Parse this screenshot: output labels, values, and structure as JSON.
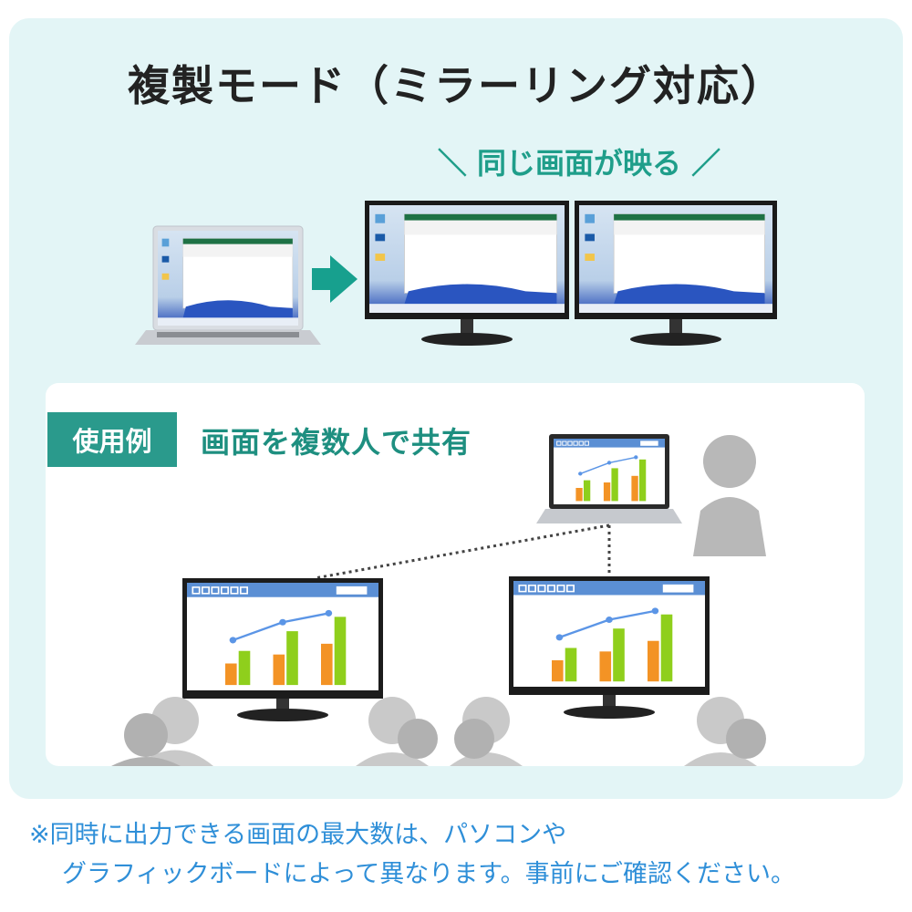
{
  "title": "複製モード（ミラーリング対応）",
  "subtitle": "＼ 同じ画面が映る ／",
  "example": {
    "badge": "使用例",
    "heading": "画面を複数人で共有"
  },
  "notes": [
    "※同時に出力できる画面の最大数は、パソコンや",
    "グラフィックボードによって異なります。事前にご確認ください。"
  ],
  "colors": {
    "panel": "#e3f5f6",
    "accent": "#2a9a8c",
    "note": "#2f8fd8",
    "bar_orange": "#f39325",
    "bar_green": "#8fcf1c",
    "line_blue": "#5b95e6"
  }
}
